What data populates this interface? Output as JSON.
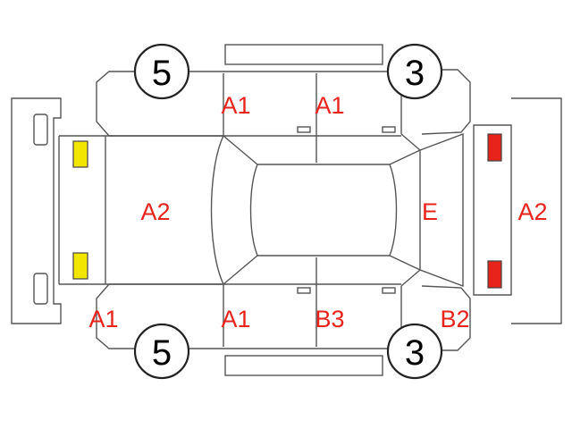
{
  "colors": {
    "line": "#555555",
    "code_text": "#e8231b",
    "front_lamp": "#f2e600",
    "rear_lamp": "#e8231b"
  },
  "wheels": {
    "front_left": "5",
    "front_right": "5",
    "rear_left": "3",
    "rear_right": "3"
  },
  "damage_codes": {
    "front_door_top": "A1",
    "rear_door_top": "A1",
    "hood": "A2",
    "rear_window": "E",
    "rear_bumper": "A2",
    "front_corner_bottom": "A1",
    "front_door_bottom": "A1",
    "rear_door_bottom": "B3",
    "rear_corner_bottom": "B2"
  }
}
